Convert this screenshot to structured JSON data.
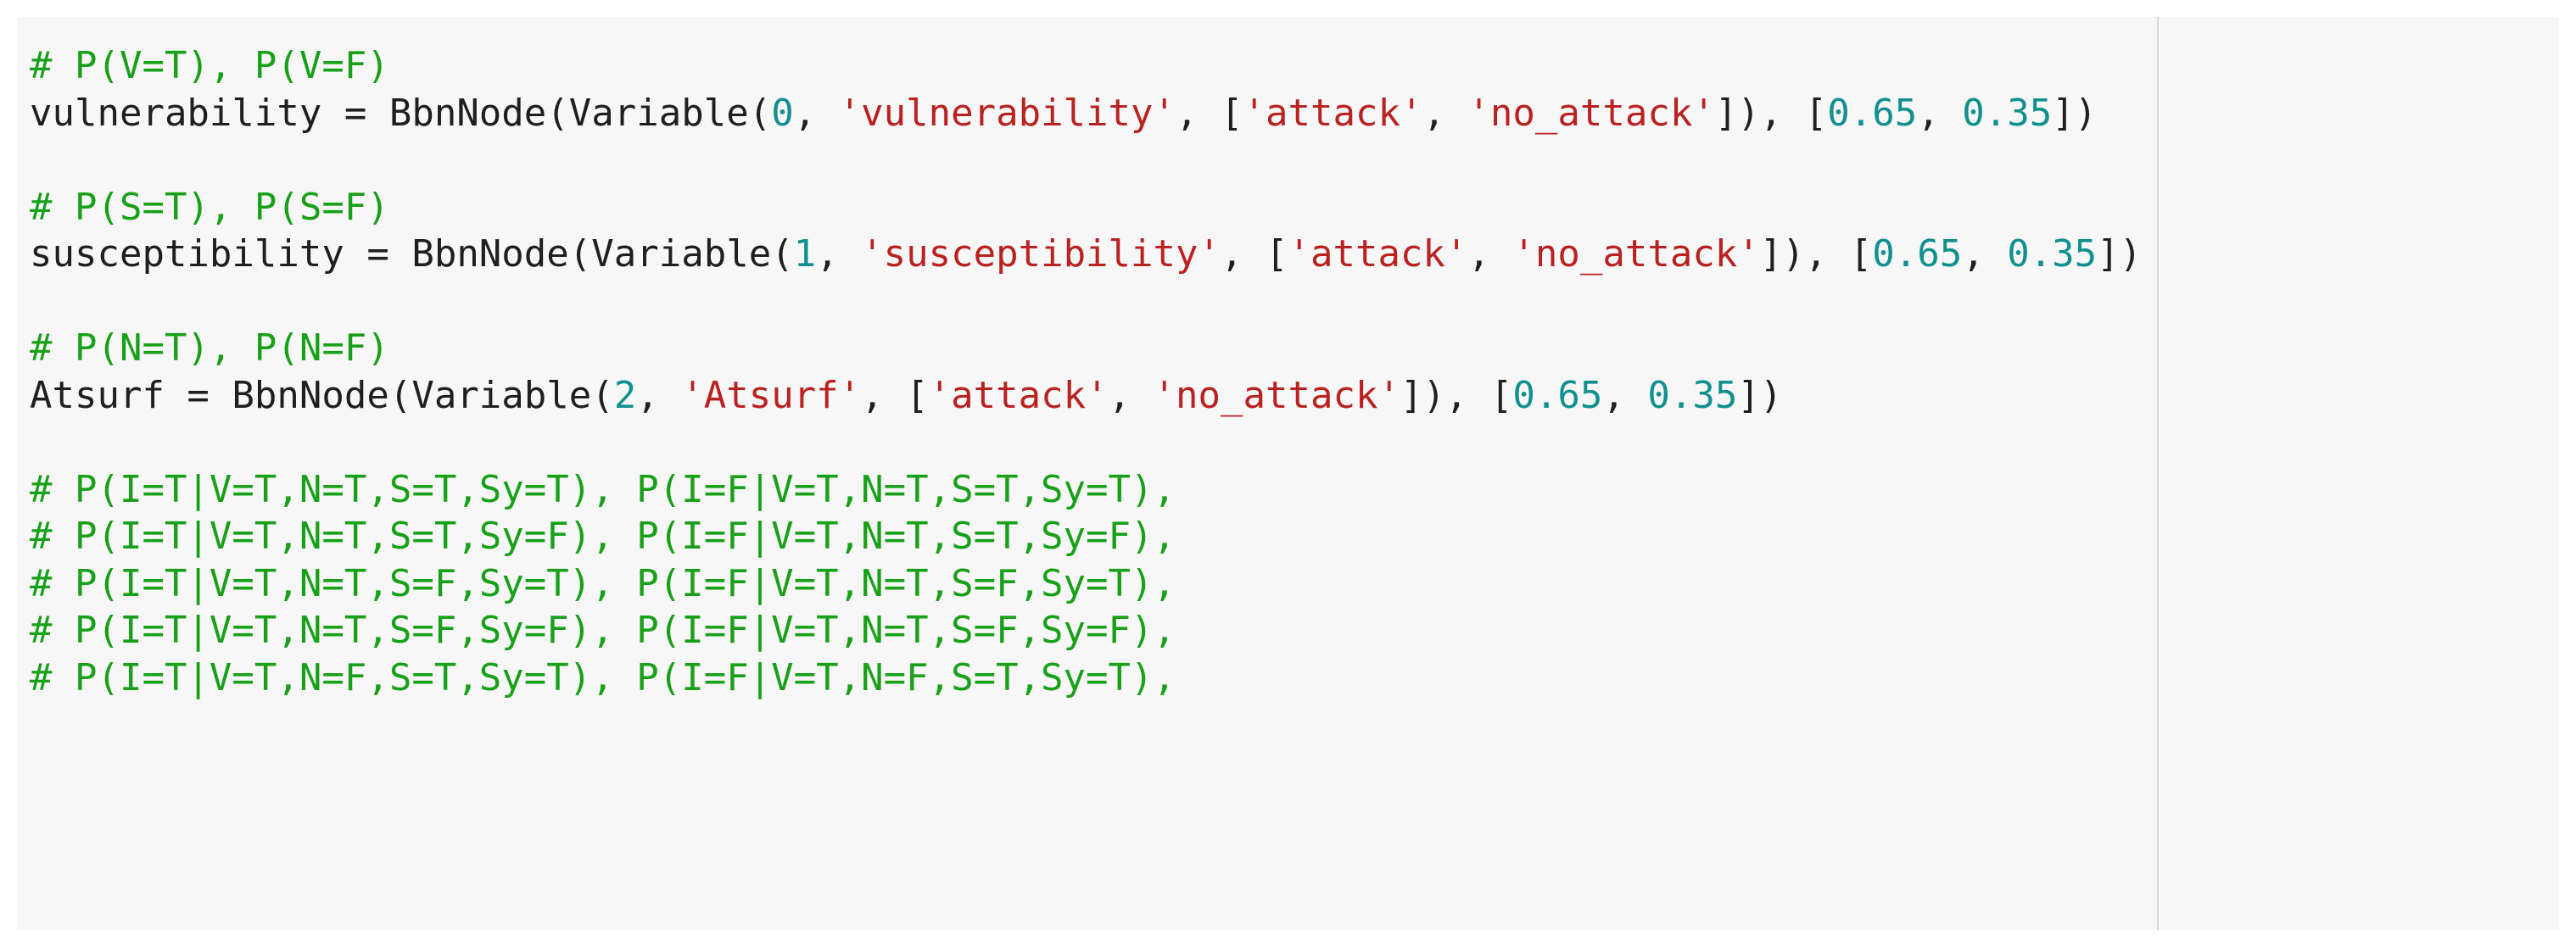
{
  "colors": {
    "background": "#f7f7f7",
    "comment": "#18a018",
    "string": "#ba2121",
    "number": "#10908f",
    "text": "#1f1f1f",
    "ruler": "#d9d9d9"
  },
  "lines": [
    [
      {
        "t": "cmt",
        "v": "# P(V=T), P(V=F)"
      }
    ],
    [
      {
        "t": "txt",
        "v": "vulnerability = BbnNode(Variable("
      },
      {
        "t": "num",
        "v": "0"
      },
      {
        "t": "txt",
        "v": ", "
      },
      {
        "t": "str",
        "v": "'vulnerability'"
      },
      {
        "t": "txt",
        "v": ", ["
      },
      {
        "t": "str",
        "v": "'attack'"
      },
      {
        "t": "txt",
        "v": ", "
      },
      {
        "t": "str",
        "v": "'no_attack'"
      },
      {
        "t": "txt",
        "v": "]), ["
      },
      {
        "t": "num",
        "v": "0.65"
      },
      {
        "t": "txt",
        "v": ", "
      },
      {
        "t": "num",
        "v": "0.35"
      },
      {
        "t": "txt",
        "v": "])"
      }
    ],
    [],
    [
      {
        "t": "cmt",
        "v": "# P(S=T), P(S=F)"
      }
    ],
    [
      {
        "t": "txt",
        "v": "susceptibility = BbnNode(Variable("
      },
      {
        "t": "num",
        "v": "1"
      },
      {
        "t": "txt",
        "v": ", "
      },
      {
        "t": "str",
        "v": "'susceptibility'"
      },
      {
        "t": "txt",
        "v": ", ["
      },
      {
        "t": "str",
        "v": "'attack'"
      },
      {
        "t": "txt",
        "v": ", "
      },
      {
        "t": "str",
        "v": "'no_attack'"
      },
      {
        "t": "txt",
        "v": "]), ["
      },
      {
        "t": "num",
        "v": "0.65"
      },
      {
        "t": "txt",
        "v": ", "
      },
      {
        "t": "num",
        "v": "0.35"
      },
      {
        "t": "txt",
        "v": "])"
      }
    ],
    [],
    [
      {
        "t": "cmt",
        "v": "# P(N=T), P(N=F)"
      }
    ],
    [
      {
        "t": "txt",
        "v": "Atsurf = BbnNode(Variable("
      },
      {
        "t": "num",
        "v": "2"
      },
      {
        "t": "txt",
        "v": ", "
      },
      {
        "t": "str",
        "v": "'Atsurf'"
      },
      {
        "t": "txt",
        "v": ", ["
      },
      {
        "t": "str",
        "v": "'attack'"
      },
      {
        "t": "txt",
        "v": ", "
      },
      {
        "t": "str",
        "v": "'no_attack'"
      },
      {
        "t": "txt",
        "v": "]), ["
      },
      {
        "t": "num",
        "v": "0.65"
      },
      {
        "t": "txt",
        "v": ", "
      },
      {
        "t": "num",
        "v": "0.35"
      },
      {
        "t": "txt",
        "v": "])"
      }
    ],
    [],
    [
      {
        "t": "cmt",
        "v": "# P(I=T|V=T,N=T,S=T,Sy=T), P(I=F|V=T,N=T,S=T,Sy=T),"
      }
    ],
    [
      {
        "t": "cmt",
        "v": "# P(I=T|V=T,N=T,S=T,Sy=F), P(I=F|V=T,N=T,S=T,Sy=F),"
      }
    ],
    [
      {
        "t": "cmt",
        "v": "# P(I=T|V=T,N=T,S=F,Sy=T), P(I=F|V=T,N=T,S=F,Sy=T),"
      }
    ],
    [
      {
        "t": "cmt",
        "v": "# P(I=T|V=T,N=T,S=F,Sy=F), P(I=F|V=T,N=T,S=F,Sy=F),"
      }
    ],
    [
      {
        "t": "cmt",
        "v": "# P(I=T|V=T,N=F,S=T,Sy=T), P(I=F|V=T,N=F,S=T,Sy=T),"
      }
    ]
  ]
}
